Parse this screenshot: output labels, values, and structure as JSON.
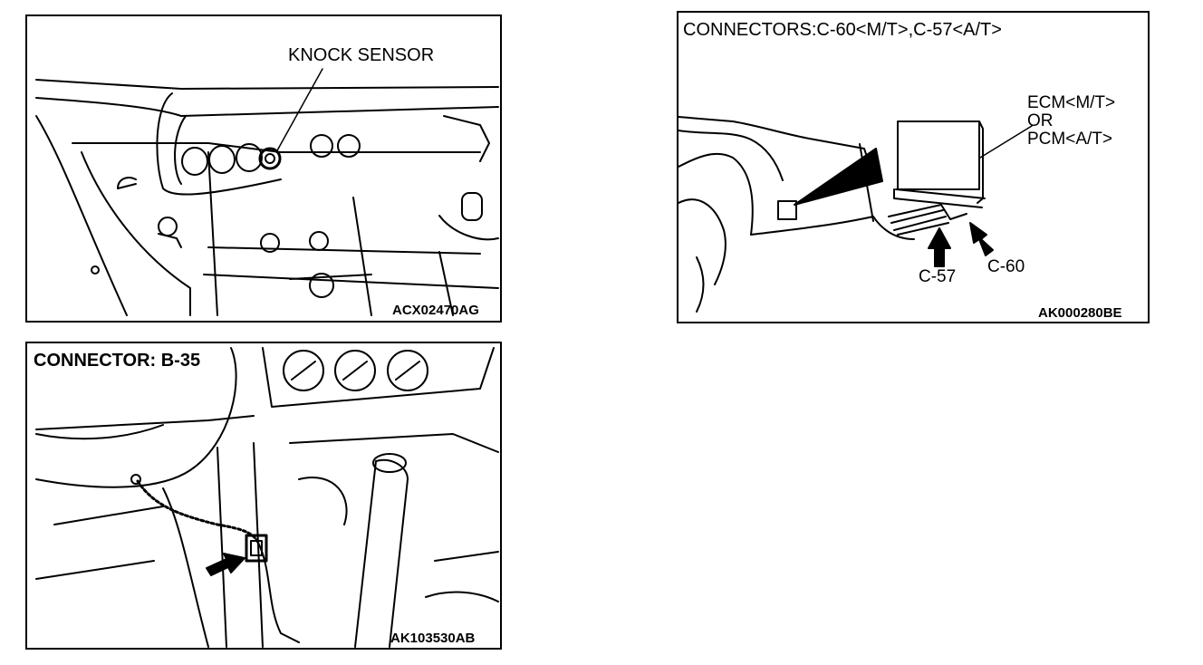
{
  "panels": [
    {
      "label": "KNOCK SENSOR",
      "code": "ACX02470AG"
    },
    {
      "title": "CONNECTORS:C-60<M/T>,C-57<A/T>",
      "ecm_lines": [
        "ECM<M/T>",
        "OR",
        "PCM<A/T>"
      ],
      "callouts": [
        "C-57",
        "C-60"
      ],
      "code": "AK000280BE"
    },
    {
      "title": "CONNECTOR: B-35",
      "code": "AK103530AB"
    }
  ]
}
